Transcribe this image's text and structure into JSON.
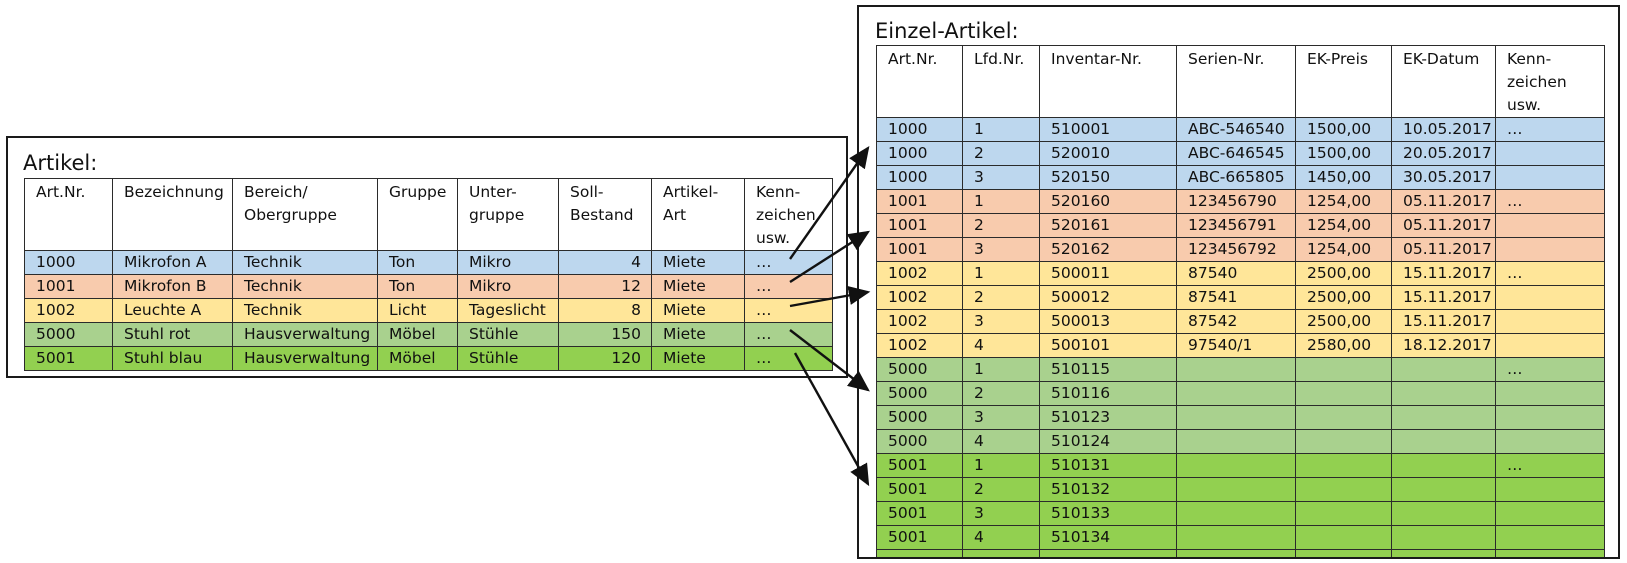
{
  "artikel": {
    "title": "Artikel:",
    "headers": [
      "Art.Nr.",
      "Bezeichnung",
      "Bereich/\nObergruppe",
      "Gruppe",
      "Unter-\ngruppe",
      "Soll-\nBestand",
      "Artikel-\nArt",
      "Kenn-\nzeichen\nusw."
    ],
    "rows": [
      {
        "color": "blue",
        "cells": [
          "1000",
          "Mikrofon A",
          "Technik",
          "Ton",
          "Mikro",
          "4",
          "Miete",
          "…"
        ]
      },
      {
        "color": "orange",
        "cells": [
          "1001",
          "Mikrofon B",
          "Technik",
          "Ton",
          "Mikro",
          "12",
          "Miete",
          "…"
        ]
      },
      {
        "color": "yellow",
        "cells": [
          "1002",
          "Leuchte A",
          "Technik",
          "Licht",
          "Tageslicht",
          "8",
          "Miete",
          "…"
        ]
      },
      {
        "color": "lgreen",
        "cells": [
          "5000",
          "Stuhl rot",
          "Hausverwaltung",
          "Möbel",
          "Stühle",
          "150",
          "Miete",
          "…"
        ]
      },
      {
        "color": "green",
        "cells": [
          "5001",
          "Stuhl blau",
          "Hausverwaltung",
          "Möbel",
          "Stühle",
          "120",
          "Miete",
          "…"
        ]
      }
    ]
  },
  "einzel": {
    "title": "Einzel-Artikel:",
    "headers": [
      "Art.Nr.",
      "Lfd.Nr.",
      "Inventar-Nr.",
      "Serien-Nr.",
      "EK-Preis",
      "EK-Datum",
      "Kenn-\nzeichen\nusw."
    ],
    "rows": [
      {
        "color": "blue",
        "cells": [
          "1000",
          "1",
          "510001",
          "ABC-546540",
          "1500,00",
          "10.05.2017",
          "…"
        ]
      },
      {
        "color": "blue",
        "cells": [
          "1000",
          "2",
          "520010",
          "ABC-646545",
          "1500,00",
          "20.05.2017",
          ""
        ]
      },
      {
        "color": "blue",
        "cells": [
          "1000",
          "3",
          "520150",
          "ABC-665805",
          "1450,00",
          "30.05.2017",
          ""
        ]
      },
      {
        "color": "orange",
        "cells": [
          "1001",
          "1",
          "520160",
          "123456790",
          "1254,00",
          "05.11.2017",
          "…"
        ]
      },
      {
        "color": "orange",
        "cells": [
          "1001",
          "2",
          "520161",
          "123456791",
          "1254,00",
          "05.11.2017",
          ""
        ]
      },
      {
        "color": "orange",
        "cells": [
          "1001",
          "3",
          "520162",
          "123456792",
          "1254,00",
          "05.11.2017",
          ""
        ]
      },
      {
        "color": "yellow",
        "cells": [
          "1002",
          "1",
          "500011",
          "87540",
          "2500,00",
          "15.11.2017",
          "…"
        ]
      },
      {
        "color": "yellow",
        "cells": [
          "1002",
          "2",
          "500012",
          "87541",
          "2500,00",
          "15.11.2017",
          ""
        ]
      },
      {
        "color": "yellow",
        "cells": [
          "1002",
          "3",
          "500013",
          "87542",
          "2500,00",
          "15.11.2017",
          ""
        ]
      },
      {
        "color": "yellow",
        "cells": [
          "1002",
          "4",
          "500101",
          "97540/1",
          "2580,00",
          "18.12.2017",
          ""
        ]
      },
      {
        "color": "lgreen",
        "cells": [
          "5000",
          "1",
          "510115",
          "",
          "",
          "",
          "…"
        ]
      },
      {
        "color": "lgreen",
        "cells": [
          "5000",
          "2",
          "510116",
          "",
          "",
          "",
          ""
        ]
      },
      {
        "color": "lgreen",
        "cells": [
          "5000",
          "3",
          "510123",
          "",
          "",
          "",
          ""
        ]
      },
      {
        "color": "lgreen",
        "cells": [
          "5000",
          "4",
          "510124",
          "",
          "",
          "",
          ""
        ]
      },
      {
        "color": "green",
        "cells": [
          "5001",
          "1",
          "510131",
          "",
          "",
          "",
          "…"
        ]
      },
      {
        "color": "green",
        "cells": [
          "5001",
          "2",
          "510132",
          "",
          "",
          "",
          ""
        ]
      },
      {
        "color": "green",
        "cells": [
          "5001",
          "3",
          "510133",
          "",
          "",
          "",
          ""
        ]
      },
      {
        "color": "green",
        "cells": [
          "5001",
          "4",
          "510134",
          "",
          "",
          "",
          ""
        ]
      },
      {
        "color": "green",
        "cells": [
          "",
          "",
          "",
          "",
          "",
          "",
          ""
        ]
      }
    ]
  },
  "colors": {
    "blue": "#bdd7ee",
    "orange": "#f8cbad",
    "yellow": "#ffe699",
    "lgreen": "#a9d18e",
    "green": "#92d050"
  }
}
